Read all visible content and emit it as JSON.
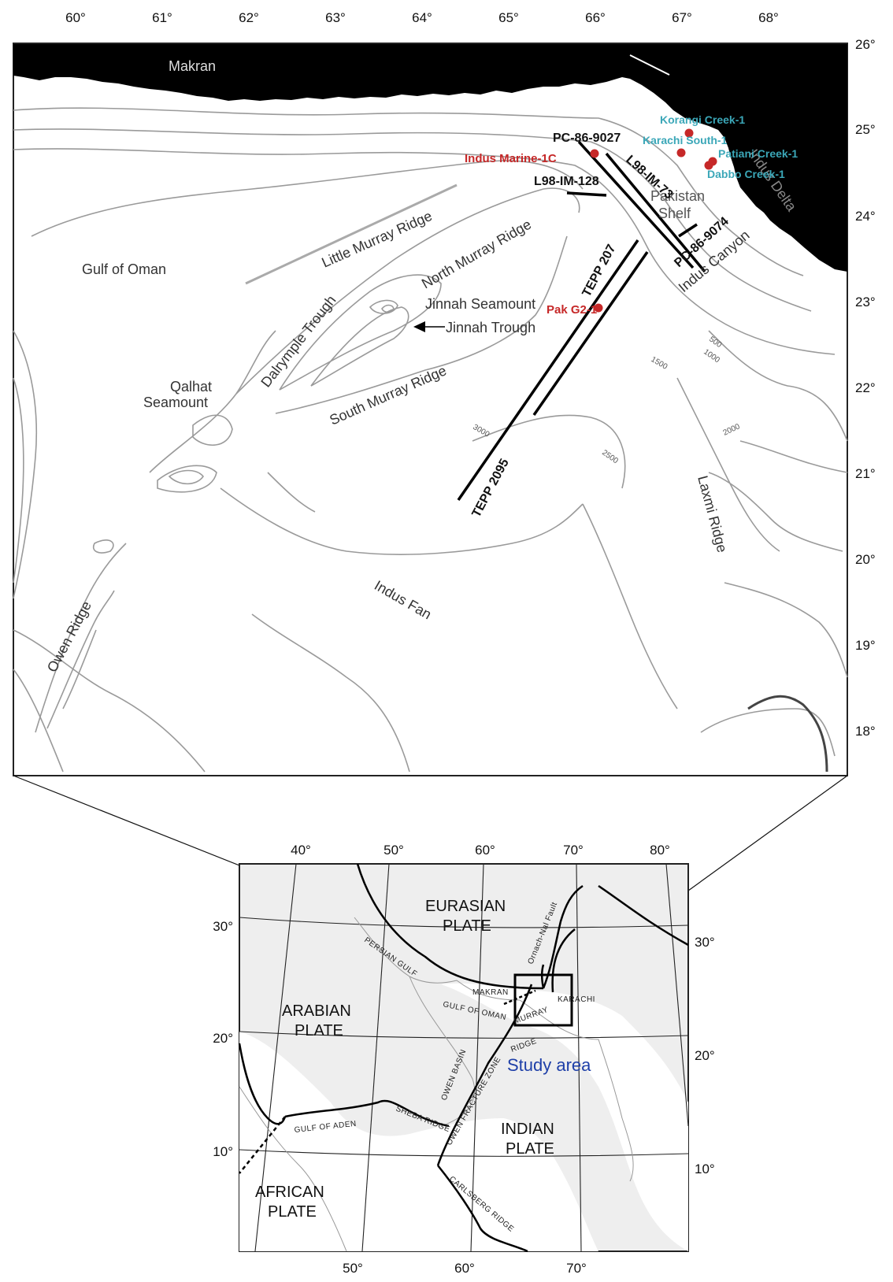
{
  "main_map": {
    "top_lon_labels": [
      "60°",
      "61°",
      "62°",
      "63°",
      "64°",
      "65°",
      "66°",
      "67°",
      "68°"
    ],
    "right_lat_labels": [
      "26°",
      "25°",
      "24°",
      "23°",
      "22°",
      "21°",
      "20°",
      "19°",
      "18°"
    ],
    "features": {
      "makran": "Makran",
      "gulf_of_oman": "Gulf of Oman",
      "little_murray_ridge": "Little Murray Ridge",
      "north_murray_ridge": "North Murray Ridge",
      "jinnah_seamount": "Jinnah Seamount",
      "jinnah_trough": "Jinnah Trough",
      "dalrymple_trough": "Dalrymple Trough",
      "south_murray_ridge": "South Murray Ridge",
      "qalhat_seamount_1": "Qalhat",
      "qalhat_seamount_2": "Seamount",
      "owen_ridge": "Owen Ridge",
      "indus_fan": "Indus Fan",
      "laxmi_ridge": "Laxmi Ridge",
      "indus_canyon": "Indus Canyon",
      "indus_delta": "Indus Delta",
      "pakistan_1": "Pakistan",
      "pakistan_2": "Shelf"
    },
    "seismic_lines": {
      "pc_86_9027": "PC-86-9027",
      "l98_im_128": "L98-IM-128",
      "l98_im_73": "L98-IM-73",
      "pc_86_9074": "PC-86-9074",
      "tepp_207": "TEPP 207",
      "tepp_2095": "TEPP 2095"
    },
    "wells_red": {
      "indus_marine": "Indus Marine-1C",
      "pak_g2": "Pak G2-1"
    },
    "wells_cyan": {
      "korangi": "Korangi Creek-1",
      "karachi": "Karachi South-1",
      "patiani": "Patiani Creek-1",
      "dabbo": "Dabbo Creek-1"
    },
    "isobaths": [
      "500",
      "1000",
      "1500",
      "2000",
      "2500",
      "3000"
    ]
  },
  "inset_map": {
    "top_lon_labels": [
      "40°",
      "50°",
      "60°",
      "70°",
      "80°"
    ],
    "bottom_lon_labels": [
      "50°",
      "60°",
      "70°"
    ],
    "left_lat_labels": [
      "30°",
      "20°",
      "10°"
    ],
    "right_lat_labels": [
      "30°",
      "20°",
      "10°"
    ],
    "plates": {
      "eurasian_1": "EURASIAN",
      "eurasian_2": "PLATE",
      "arabian_1": "ARABIAN",
      "arabian_2": "PLATE",
      "indian_1": "INDIAN",
      "indian_2": "PLATE",
      "african_1": "AFRICAN",
      "african_2": "PLATE"
    },
    "small": {
      "persian_gulf": "PERSIAN GULF",
      "makran": "MAKRAN",
      "gulf_of_oman": "GULF OF OMAN",
      "karachi": "KARACHI",
      "murray_ridge": "MURRAY",
      "murray_ridge_2": "RIDGE",
      "owen_basin": "OWEN BASIN",
      "owen_fz": "OWEN FRACTURE ZONE",
      "gulf_of_aden": "GULF OF ADEN",
      "sheba_ridge": "SHEBA RIDGE",
      "carlsberg_ridge": "CARLSBERG RIDGE",
      "ornach_nal": "Ornach-Nal Fault"
    },
    "study_area": "Study area"
  },
  "colors": {
    "land": "#000000",
    "contour": "#9a9a9a",
    "seismic": "#000000",
    "well_red": "#c62828",
    "well_cyan": "#3ba7b8",
    "study_area": "#1e3fa8",
    "inset_bg": "#eeeeee"
  }
}
